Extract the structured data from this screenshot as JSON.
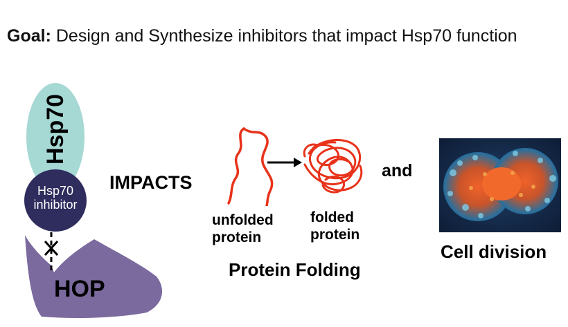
{
  "goal": {
    "prefix": "Goal:",
    "text": "Design and Synthesize inhibitors that impact Hsp70 function"
  },
  "hsp70": {
    "label": "Hsp70",
    "color": "#a6d8d4"
  },
  "inhibitor": {
    "label_line1": "Hsp70",
    "label_line2": "inhibitor",
    "color": "#2f2c5e"
  },
  "hop": {
    "label": "HOP",
    "color": "#7b6a9e"
  },
  "impacts_label": "IMPACTS",
  "unfolded": {
    "line1": "unfolded",
    "line2": "protein"
  },
  "folded": {
    "line1": "folded",
    "line2": "protein"
  },
  "protein_folding_label": "Protein Folding",
  "and_label": "and",
  "cell_division_label": "Cell division",
  "colors": {
    "protein_strand": "#e8321a",
    "arrow": "#000000"
  }
}
